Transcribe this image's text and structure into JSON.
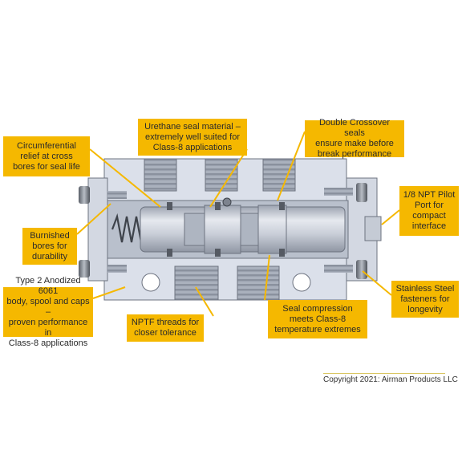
{
  "callouts": {
    "circumferential": "Circumferential\nrelief at cross\nbores for seal life",
    "urethane": "Urethane seal material –\nextremely well suited for\nClass-8 applications",
    "double_crossover": "Double Crossover seals\nensure make before\nbreak performance",
    "npt_pilot": "1/8 NPT Pilot\nPort for\ncompact\ninterface",
    "burnished": "Burnished\nbores for\ndurability",
    "stainless": "Stainless Steel\nfasteners for\nlongevity",
    "anodized": "Type 2 Anodized 6061\nbody, spool and caps –\nproven performance in\nClass-8 applications",
    "nptf": "NPTF threads for\ncloser tolerance",
    "seal_compression": "Seal compression\nmeets Class-8\ntemperature extremes"
  },
  "copyright": "Copyright 2021: Airman Products LLC",
  "colors": {
    "callout_fill": "#f5b800",
    "body_fill": "#dbe0ea",
    "bore_fill": "#b9c0cc",
    "spool_fill": "#c7ccd6",
    "leader": "#f5b800"
  }
}
